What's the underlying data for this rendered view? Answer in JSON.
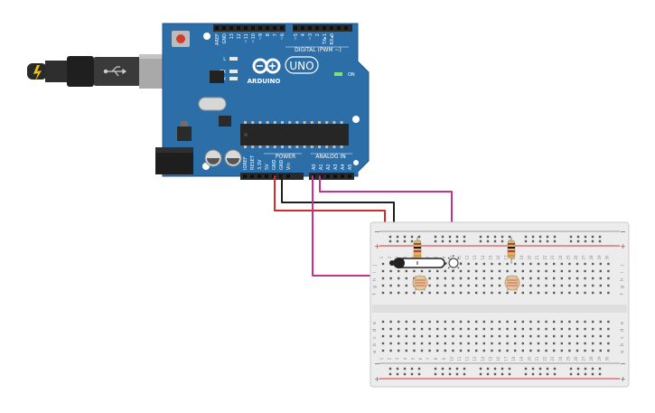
{
  "board": {
    "brand": "ARDUINO",
    "model": "UNO",
    "digital_label": "DIGITAL (PWM ~)",
    "power_label": "POWER",
    "analog_label": "ANALOG IN",
    "on_label": "ON",
    "led_labels": [
      "L",
      "TX",
      "RX"
    ],
    "digital_pins": [
      "AREF",
      "GND",
      "13",
      "12",
      "~11",
      "~10",
      "~9",
      "8",
      "7",
      "~6",
      "~5",
      "4",
      "~3",
      "2",
      "TX▸1",
      "RX◂0"
    ],
    "power_pins": [
      "IOREF",
      "RESET",
      "3.3V",
      "5V",
      "GND",
      "GND",
      "Vin"
    ],
    "analog_pins": [
      "A0",
      "A1",
      "A2",
      "A3",
      "A4",
      "A5"
    ]
  },
  "breadboard": {
    "rail_plus": "+",
    "rail_minus": "−",
    "row_letters_top": [
      "j",
      "i",
      "h",
      "g",
      "f"
    ],
    "row_letters_bottom": [
      "e",
      "d",
      "c",
      "b",
      "a"
    ],
    "column_numbers": [
      "1",
      "2",
      "3",
      "4",
      "5",
      "6",
      "7",
      "8",
      "9",
      "10",
      "11",
      "12",
      "13",
      "14",
      "15",
      "16",
      "17",
      "18",
      "19",
      "20",
      "21",
      "22",
      "23",
      "24",
      "25",
      "26",
      "27",
      "28",
      "29",
      "30"
    ]
  },
  "components": [
    {
      "name": "resistor-1",
      "type": "resistor"
    },
    {
      "name": "resistor-2",
      "type": "resistor"
    },
    {
      "name": "photoresistor-1",
      "type": "photoresistor"
    },
    {
      "name": "photoresistor-2",
      "type": "photoresistor"
    },
    {
      "name": "servo",
      "type": "micro-servo"
    }
  ],
  "colors": {
    "board_blue": "#2C6FA8",
    "board_dark": "#1F5688",
    "header_black": "#2A2A2A",
    "usb_gray": "#9A9A9A",
    "wire_red": "#D32A2A",
    "wire_black": "#1E1E1E",
    "wire_magenta": "#C2338F",
    "breadboard": "#ECECEC",
    "rail_red": "#D93434",
    "rail_gray": "#9E9E9E"
  }
}
